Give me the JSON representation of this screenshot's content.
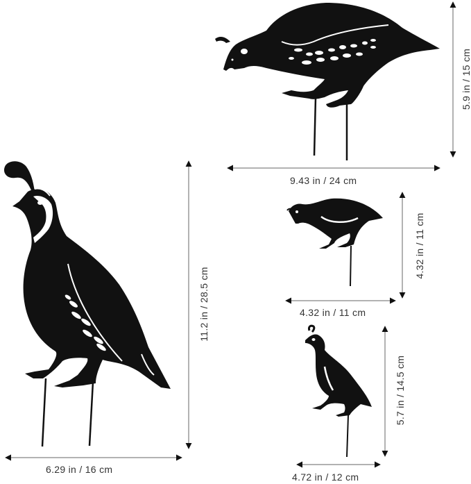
{
  "product": {
    "description": "Quail silhouette garden stakes, set of 4, with dimensions",
    "silhouette_color": "#111111",
    "dimension_line_color": "#555555"
  },
  "stakes": [
    {
      "name": "large-standing-quail",
      "width_label": "6.29 in / 16 cm",
      "height_label": "11.2 in / 28.5 cm",
      "legs": 2
    },
    {
      "name": "feeding-quail",
      "width_label": "9.43 in / 24 cm",
      "height_label": "5.9 in / 15 cm",
      "legs": 2
    },
    {
      "name": "small-walking-quail",
      "width_label": "4.32 in / 11 cm",
      "height_label": "4.32 in / 11 cm",
      "legs": 1
    },
    {
      "name": "small-standing-quail",
      "width_label": "4.72 in / 12 cm",
      "height_label": "5.7 in / 14.5 cm",
      "legs": 1
    }
  ]
}
